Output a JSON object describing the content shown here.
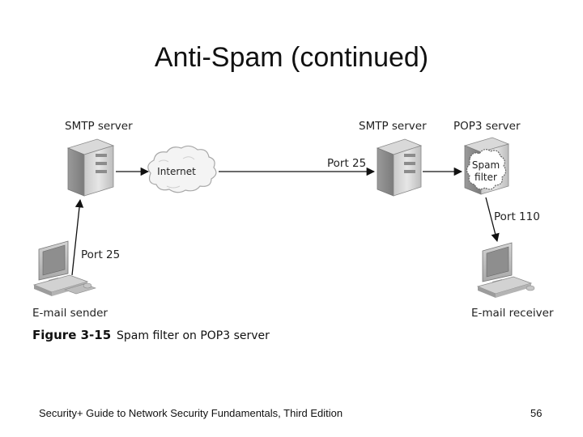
{
  "title": "Anti-Spam (continued)",
  "diagram": {
    "labels": {
      "smtp_server_left": "SMTP server",
      "smtp_server_right": "SMTP server",
      "pop3_server": "POP3 server",
      "internet": "Internet",
      "port_25_top": "Port 25",
      "port_25_left": "Port 25",
      "port_110": "Port 110",
      "spam_filter_line1": "Spam",
      "spam_filter_line2": "filter",
      "email_sender": "E-mail sender",
      "email_receiver": "E-mail receiver"
    },
    "caption": {
      "figure": "Figure 3-15",
      "text": "Spam filter on POP3 server"
    }
  },
  "footer": {
    "text": "Security+ Guide to Network Security Fundamentals, Third Edition",
    "page": "56"
  }
}
